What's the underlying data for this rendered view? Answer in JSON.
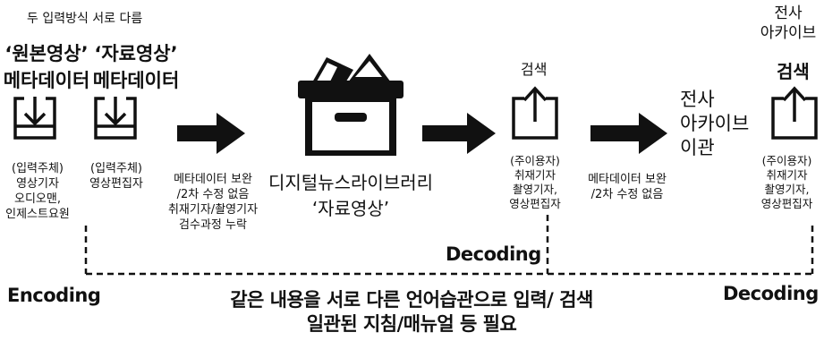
{
  "top_note": "두 입력방식 서로 다름",
  "source_original": {
    "line1": "‘원본영상’",
    "line2": "메타데이터"
  },
  "source_material": {
    "line1": "‘자료영상’",
    "line2": "메타데이터"
  },
  "input_original": {
    "line1": "(입력주체)",
    "line2": "영상기자",
    "line3": "오디오맨,",
    "line4": "인제스트요원"
  },
  "input_material": {
    "line1": "(입력주체)",
    "line2": "영상편집자"
  },
  "process_1": {
    "line1": "메타데이터 보완",
    "line2": "/2차 수정 없음",
    "line3": "취재기자/촬영기자",
    "line4": "검수과정 누락"
  },
  "library": {
    "line1": "디지털뉴스라이브러리",
    "line2": "‘자료영상’"
  },
  "search_1": {
    "label": "검색",
    "line1": "(주이용자)",
    "line2": "취재기자",
    "line3": "촬영기자,",
    "line4": "영상편집자"
  },
  "process_2": {
    "line1": "메타데이터 보완",
    "line2": "/2차 수정 없음"
  },
  "archive_move": {
    "line1": "전사",
    "line2": "아카이브",
    "line3": "이관"
  },
  "archive_top": {
    "line1": "전사",
    "line2": "아카이브"
  },
  "search_2": {
    "label": "검색",
    "line1": "(주이용자)",
    "line2": "취재기자",
    "line3": "촬영기자,",
    "line4": "영상편집자"
  },
  "labels": {
    "encoding": "Encoding",
    "decoding_mid": "Decoding",
    "decoding_right": "Decoding"
  },
  "bottom": {
    "line1": "같은 내용을 서로 다른 언어습관으로 입력/ 검색",
    "line2": "일관된 지침/매뉴얼 등 필요"
  },
  "colors": {
    "ink": "#111111",
    "background": "#ffffff"
  },
  "icons": [
    "inbox-in-icon",
    "inbox-in-icon",
    "right-arrow-icon",
    "archive-box-icon",
    "right-arrow-icon",
    "inbox-out-icon",
    "right-arrow-icon",
    "inbox-out-icon"
  ]
}
